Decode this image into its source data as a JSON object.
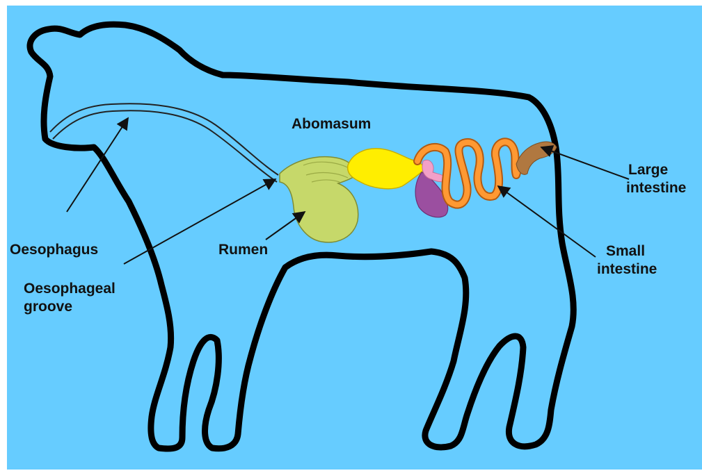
{
  "colors": {
    "background": "#66ccff",
    "outline": "#000000",
    "rumen": "#c6d86a",
    "abomasum": "#ffee00",
    "small_intestine": "#ff9933",
    "large_intestine": "#b07840",
    "spleen": "#9b4fa0",
    "pancreas": "#f2a0c8"
  },
  "labels": {
    "abomasum": "Abomasum",
    "large_intestine_1": "Large",
    "large_intestine_2": "intestine",
    "oesophagus": "Oesophagus",
    "rumen": "Rumen",
    "small_intestine_1": "Small",
    "small_intestine_2": "intestine",
    "oesophageal_groove_1": "Oesophageal",
    "oesophageal_groove_2": "groove"
  },
  "icons": {
    "calf": "calf-outline-icon",
    "arrows": "pointer-arrow-icon"
  }
}
